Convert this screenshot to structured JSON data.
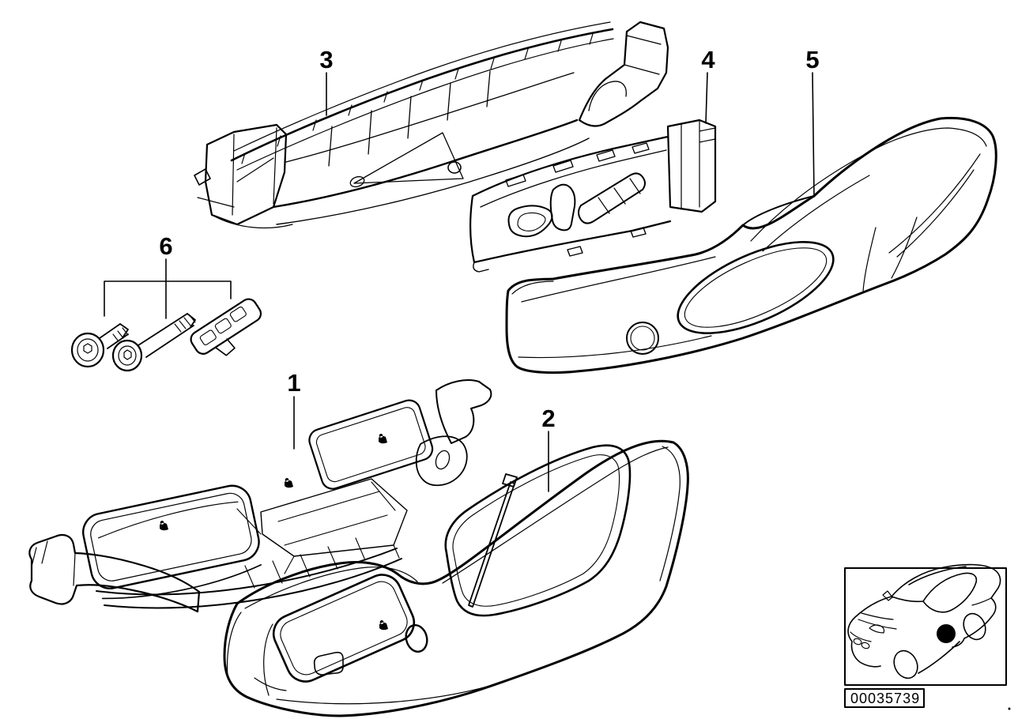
{
  "diagram": {
    "type": "exploded-parts-diagram",
    "callouts": [
      {
        "label": "1"
      },
      {
        "label": "2"
      },
      {
        "label": "3"
      },
      {
        "label": "4"
      },
      {
        "label": "5"
      },
      {
        "label": "6"
      }
    ]
  },
  "inset": {
    "code": "00035739"
  },
  "colors": {
    "line": "#000000",
    "background": "#ffffff",
    "marker": "#000000"
  }
}
